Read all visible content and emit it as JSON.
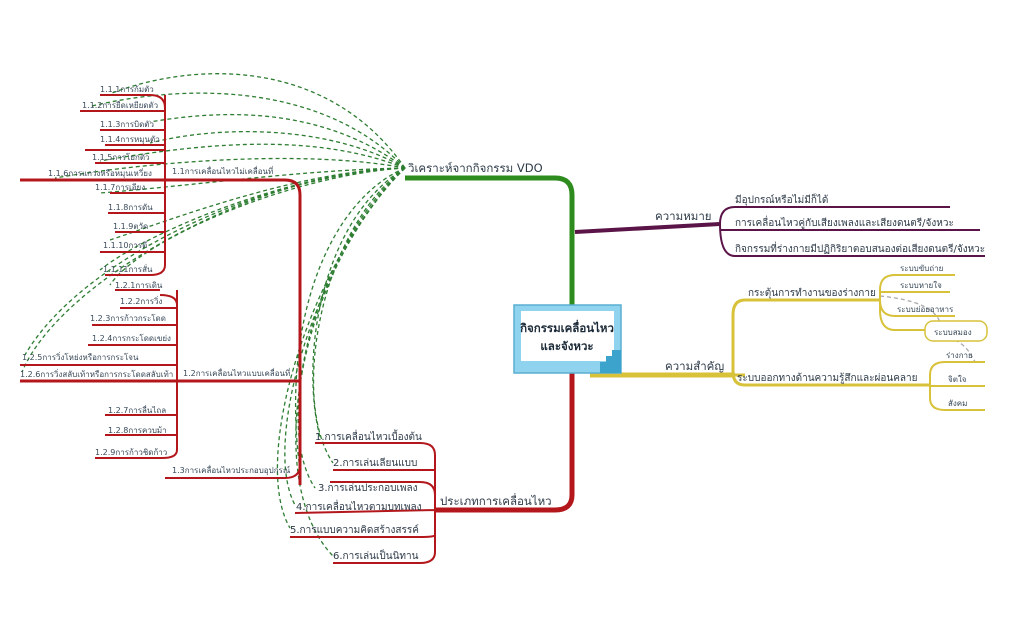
{
  "center": {
    "line1": "กิจกรรมเคลื่อนไหว",
    "line2": "และจังหวะ"
  },
  "colors": {
    "green": "#2e8b1e",
    "purple": "#5a1448",
    "yellow": "#d8c23a",
    "red": "#b3171c",
    "center_box": "#7cc8e8"
  },
  "branches": {
    "analysis": {
      "label": "วิเคราะห์จากกิจกรรม VDO",
      "g11": {
        "label": "1.1การเคลื่อนไหวไม่เคลื่อนที่",
        "items": [
          "1.1.1การก้มตัว",
          "1.1.2การยืดเหยียดตัว",
          "1.1.3การบิดตัว",
          "1.1.4การหมุนตัว",
          "1.1.5การโยกตัว",
          "1.1.6การแกว่งหรือหมุนเหวี่ยง",
          "1.1.7การเอียง",
          "1.1.8การดัน",
          "1.1.9ตวัด",
          "1.1.10การตี",
          "1.1.11การสั่น"
        ]
      },
      "g12": {
        "label": "1.2การเคลื่อนไหวแบบเคลื่อนที่",
        "items": [
          "1.2.1การเดิน",
          "1.2.2การวิ่ง",
          "1.2.3การก้าวกระโดด",
          "1.2.4การกระโดดเขย่ง",
          "1.2.5การวิ่งโหย่งหรือการกระโจน",
          "1.2.6การวิ่งสลับเท้าหรือการกระโดดสลับเท้า",
          "1.2.7การลื่นไถล",
          "1.2.8การควบม้า",
          "1.2.9การก้าวชิดก้าว"
        ]
      },
      "g13": {
        "label": "1.3การเคลื่อนไหวประกอบอุปกรณ์"
      }
    },
    "meaning": {
      "label": "ความหมาย",
      "items": [
        "มีอุปกรณ์หรือไม่มีก็ได้",
        "การเคลื่อนไหวคู่กับเสียงเพลงและเสียงดนตรี/จังหวะ",
        "กิจกรรมที่ร่างกายมีปฏิกิริยาตอบสนองต่อเสียงดนตรี/จังหวะ"
      ]
    },
    "importance": {
      "label": "ความสำคัญ",
      "stimulate": {
        "label": "กระตุ้นการทำงานของร่างกาย",
        "items": [
          "ระบบขับถ่าย",
          "ระบบหายใจ",
          "ระบบย่อยอาหาร",
          "ระบบสมอง"
        ]
      },
      "release": {
        "label": "ระบบออกทางด้านความรู้สึกและผ่อนคลาย",
        "items": [
          "ร่างกาย",
          "จิตใจ",
          "สังคม"
        ]
      }
    },
    "types": {
      "label": "ประเภทการเคลื่อนไหว",
      "items": [
        "1.การเคลื่อนไหวเบื้องต้น",
        "2.การเล่นเลียนแบบ",
        "3.การเล่นประกอบเพลง",
        "4.การเคลื่อนไหวตามบทเพลง",
        "5.การแบบความคิดสร้างสรรค์",
        "6.การเล่นเป็นนิทาน"
      ]
    }
  }
}
